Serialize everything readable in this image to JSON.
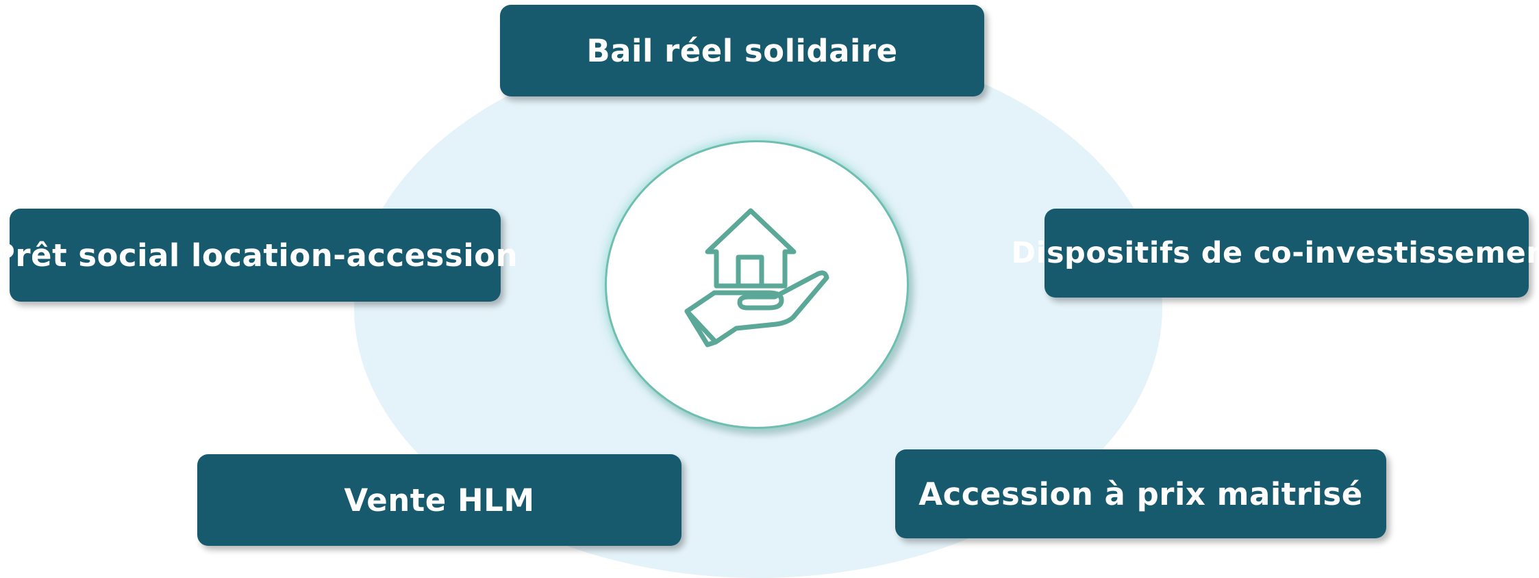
{
  "diagram": {
    "center_icon": "house-in-hand-icon",
    "colors": {
      "box_fill": "#175a6e",
      "box_text": "#ffffff",
      "background_ellipse": "#e4f3f9",
      "icon_stroke": "#5ba898",
      "circle_border": "#6dbfae"
    },
    "items": [
      {
        "id": "bail",
        "label": "Bail réel solidaire"
      },
      {
        "id": "pret",
        "label": "Prêt social location-accession"
      },
      {
        "id": "dispositifs",
        "label": "Dispositifs de co-investissement"
      },
      {
        "id": "vente",
        "label": "Vente HLM"
      },
      {
        "id": "accession",
        "label": "Accession à prix maitrisé"
      }
    ]
  }
}
